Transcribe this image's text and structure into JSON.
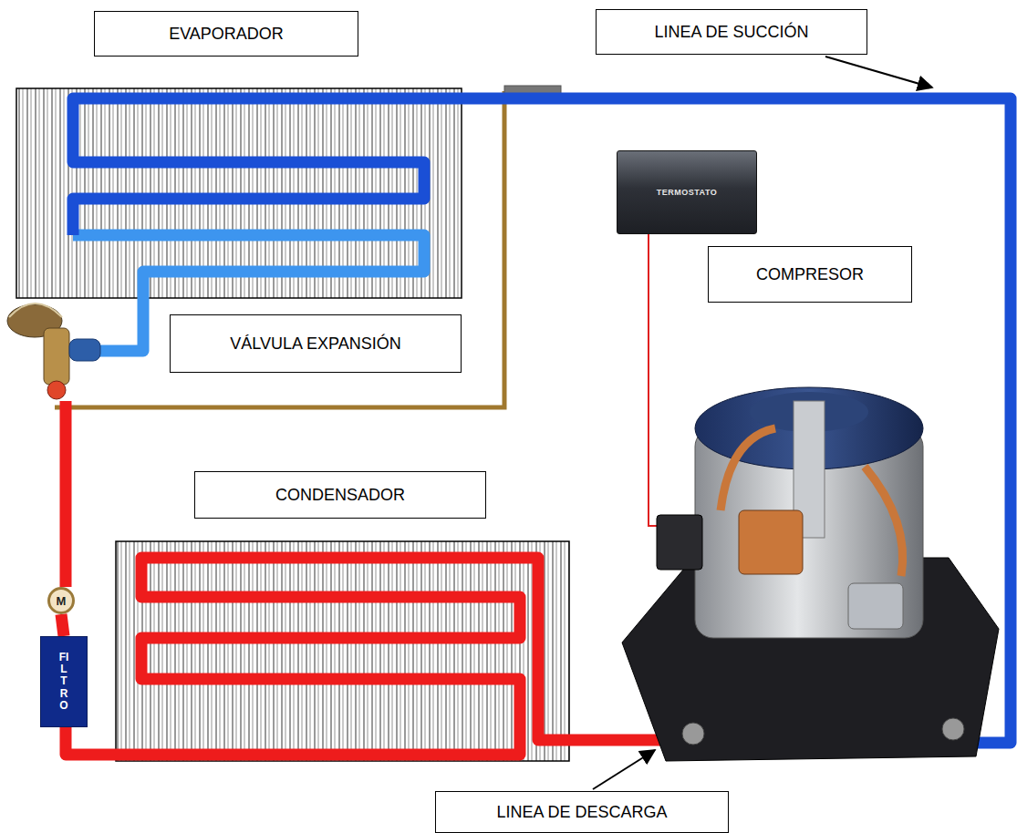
{
  "diagram": {
    "nodes": [
      {
        "text": [
          "EVAPORADOR"
        ]
      },
      {
        "text": [
          "LINEA DE SUCCIÓN"
        ]
      },
      {
        "text": [
          "TERMOSTATO"
        ]
      },
      {
        "text": [
          "VÁLVULA EXPANSIÓN"
        ]
      },
      {
        "text": [
          "COMPRESOR"
        ]
      },
      {
        "text": [
          "CONDENSADOR"
        ]
      },
      {
        "text": [
          "M"
        ]
      },
      {
        "text": [
          "FILTRO"
        ]
      },
      {
        "text": [
          "LINEA DE DESCARGA"
        ]
      }
    ],
    "edges": [
      {
        "from": 7,
        "to": 6,
        "arrow": "none"
      }
    ]
  }
}
